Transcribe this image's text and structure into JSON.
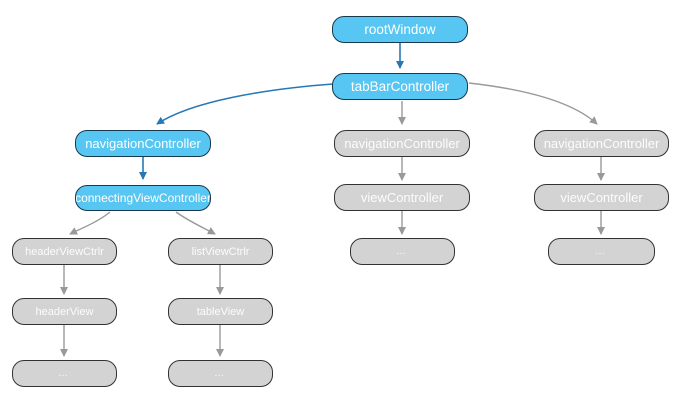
{
  "diagram": {
    "background": "#FFFFFF",
    "colors": {
      "highlight_fill": "#58C6F2",
      "highlight_border": "#16394E",
      "highlight_arrow": "#2478B5",
      "node_fill": "#D3D3D3",
      "node_border": "#323232",
      "arrow": "#999999",
      "label": "#FFFFFF"
    },
    "nodes": {
      "rootWindow": {
        "label": "rootWindow"
      },
      "tabBarController": {
        "label": "tabBarController"
      },
      "navLeft": {
        "label": "navigationController"
      },
      "connectingViewController": {
        "label": "connectingViewController"
      },
      "headerViewCtrlr": {
        "label": "headerViewCtrlr"
      },
      "listViewCtrlr": {
        "label": "listViewCtrlr"
      },
      "headerView": {
        "label": "headerView"
      },
      "tableView": {
        "label": "tableView"
      },
      "dotsHeader": {
        "label": "…"
      },
      "dotsList": {
        "label": "…"
      },
      "navMiddle": {
        "label": "navigationController"
      },
      "viewControllerMiddle": {
        "label": "viewController"
      },
      "dotsMiddle": {
        "label": "…"
      },
      "navRight": {
        "label": "navigationController"
      },
      "viewControllerRight": {
        "label": "viewController"
      },
      "dotsRight": {
        "label": "…"
      }
    }
  }
}
